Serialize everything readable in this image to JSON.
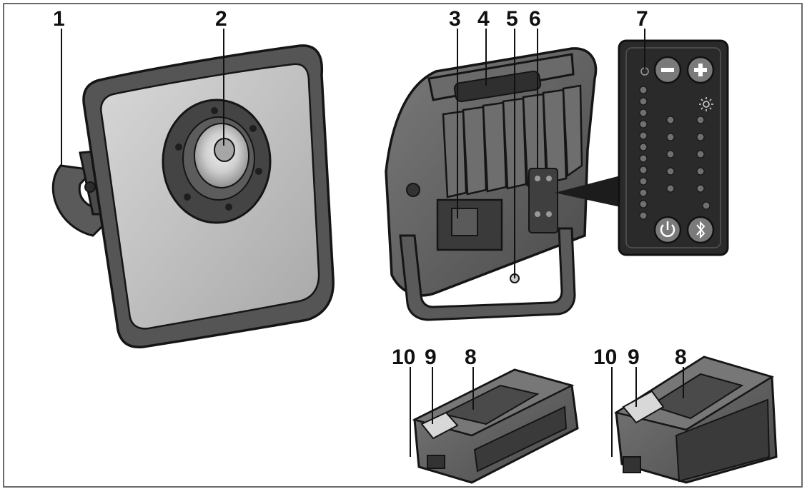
{
  "figure": {
    "callouts": [
      "1",
      "2",
      "3",
      "4",
      "5",
      "6",
      "7",
      "8",
      "9",
      "10"
    ],
    "battery_left": {
      "labels": [
        "10",
        "9",
        "8"
      ]
    },
    "battery_right": {
      "labels": [
        "10",
        "9",
        "8"
      ]
    }
  },
  "colors": {
    "line": "#151515",
    "body": "#5d5d5d",
    "body_dark": "#3c3c3c",
    "body_light": "#8a8a8a",
    "lens_panel": "#c4c4c4",
    "panel": "#2a2a2a",
    "led": "#6e6e6e",
    "background": "#ffffff"
  },
  "icons": {
    "minus_button": "minus-icon",
    "plus_button": "plus-icon",
    "power_button": "power-icon",
    "bluetooth_button": "bluetooth-icon",
    "brightness": "sun-icon",
    "battery_level": "battery-level-icon"
  }
}
